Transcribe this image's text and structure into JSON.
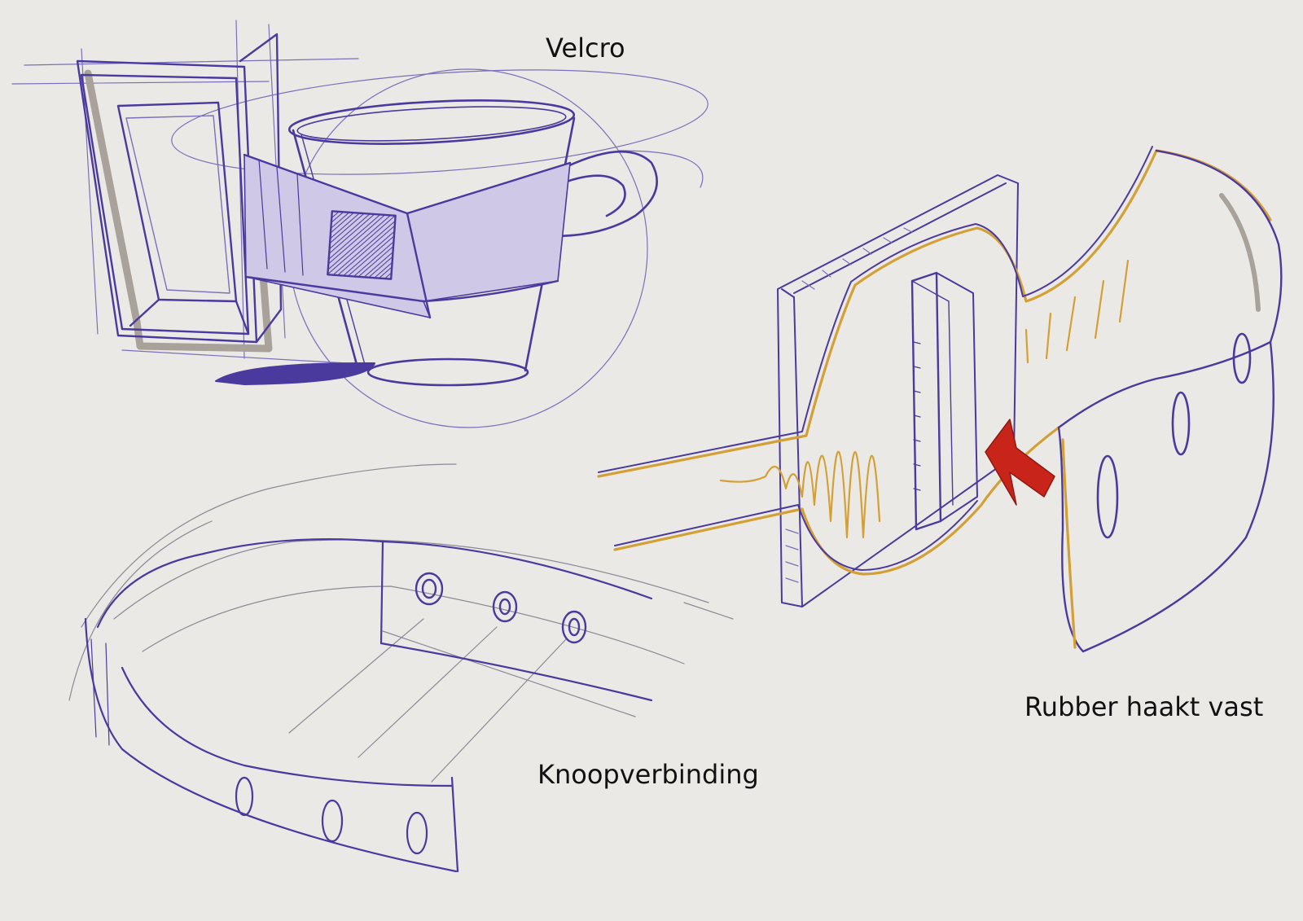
{
  "labels": {
    "velcro": "Velcro",
    "rubber": "Rubber haakt vast",
    "knoop": "Knoopverbinding"
  },
  "colors": {
    "background": "#ebe9e6",
    "ink_purple": "#4a3a9e",
    "ink_light": "#7a70b8",
    "shadow_gray": "#a8a29a",
    "ochre": "#d3a035",
    "arrow_red": "#c8241a",
    "pencil": "#8a8a95",
    "text": "#111111"
  }
}
